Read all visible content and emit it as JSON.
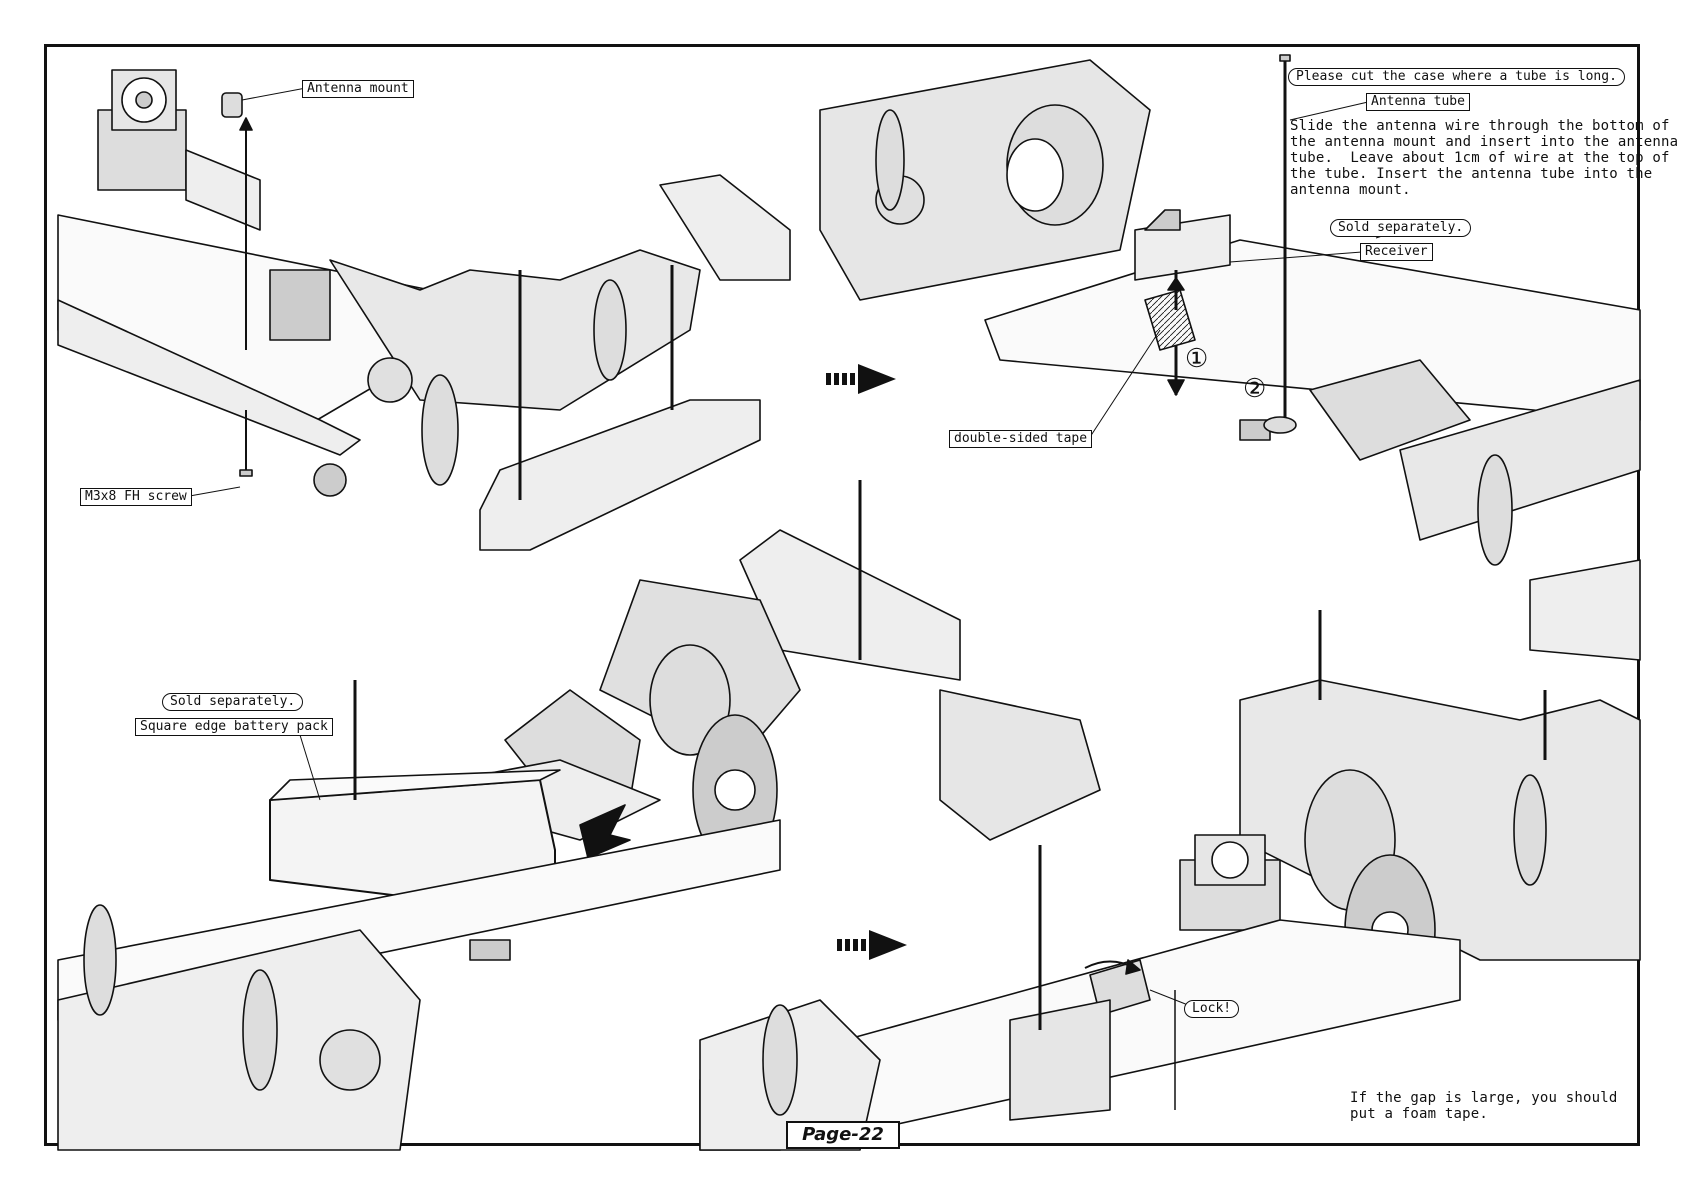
{
  "labels": {
    "antenna_mount": "Antenna mount",
    "m3x8_screw": "M3x8 FH screw",
    "cut_case_note": "Please cut the case where a tube is long.",
    "antenna_tube": "Antenna tube",
    "antenna_instructions": "Slide the antenna wire through the bottom of\nthe antenna mount and insert into the antenna\ntube.  Leave about 1cm of wire at the top of\nthe tube. Insert the antenna tube into the\nantenna mount.",
    "sold_separately_receiver": "Sold separately.",
    "receiver": "Receiver",
    "double_sided_tape": "double-sided tape",
    "step_1": "①",
    "step_2": "②",
    "sold_separately_battery": "Sold separately.",
    "battery_pack": "Square edge battery pack",
    "lock": "Lock!",
    "foam_tape_note": "If the gap is large, you should\nput a foam tape."
  },
  "footer": {
    "page": "Page-22"
  }
}
